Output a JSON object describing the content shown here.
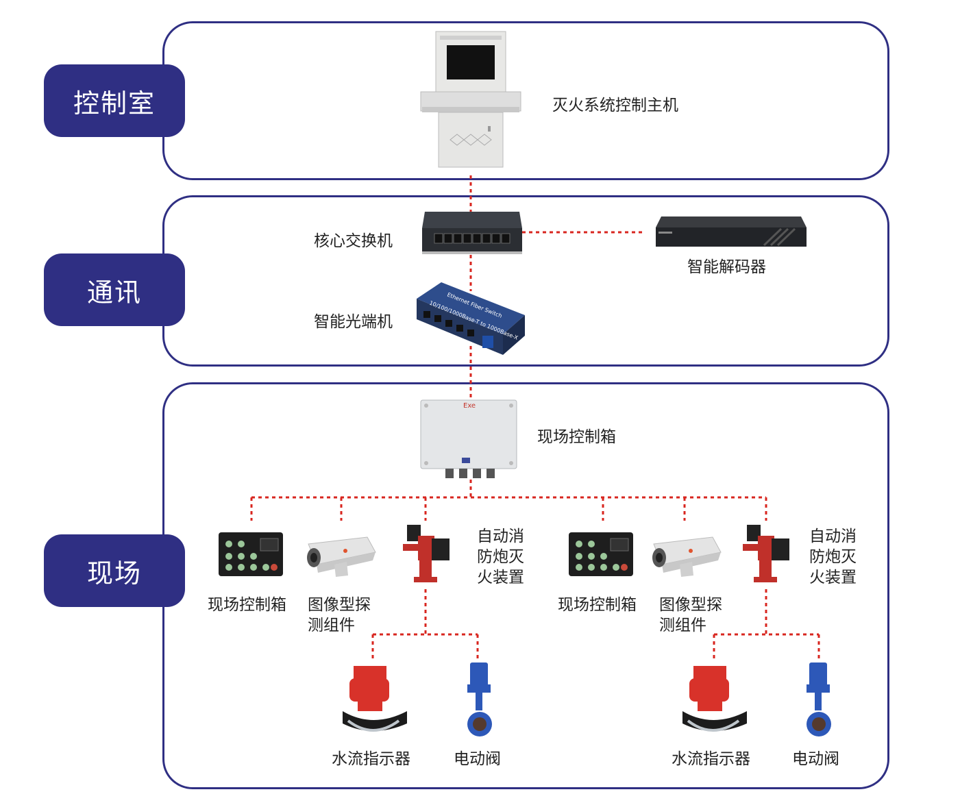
{
  "zones": {
    "control_room": "控制室",
    "communication": "通讯",
    "field": "现场"
  },
  "devices": {
    "host": "灭火系统控制主机",
    "core_switch": "核心交换机",
    "decoder": "智能解码器",
    "optical": "智能光端机",
    "main_box": "现场控制箱",
    "left": {
      "control_box": "现场控制箱",
      "detector_line1": "图像型探",
      "detector_line2": "测组件",
      "cannon_line1": "自动消",
      "cannon_line2": "防炮灭",
      "cannon_line3": "火装置",
      "flow": "水流指示器",
      "valve": "电动阀"
    },
    "right": {
      "control_box": "现场控制箱",
      "detector_line1": "图像型探",
      "detector_line2": "测组件",
      "cannon_line1": "自动消",
      "cannon_line2": "防炮灭",
      "cannon_line3": "火装置",
      "flow": "水流指示器",
      "valve": "电动阀"
    }
  },
  "device_text": {
    "optical_line1": "Ethernet Fiber Switch",
    "optical_line2": "10/100/1000Base-T to 1000Base-X",
    "box_mark": "Exe"
  },
  "colors": {
    "zone_blue": "#2f2f83",
    "link_red": "#d8261f"
  }
}
